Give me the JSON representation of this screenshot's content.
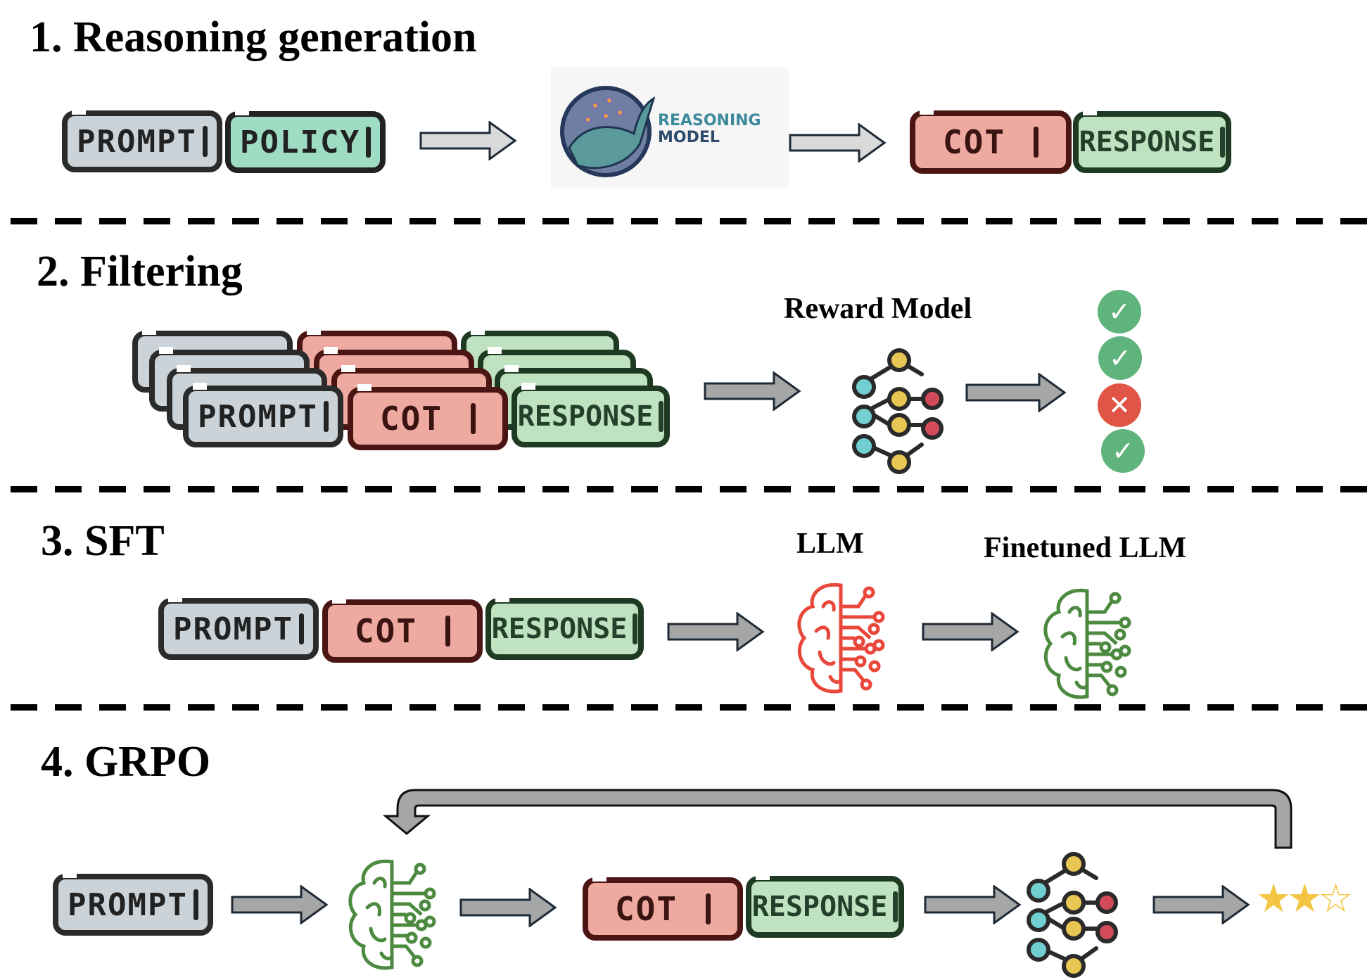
{
  "sections": [
    {
      "title": "1. Reasoning generation"
    },
    {
      "title": "2. Filtering"
    },
    {
      "title": "3. SFT"
    },
    {
      "title": "4. GRPO"
    }
  ],
  "tokens": {
    "prompt": "PROMPT",
    "policy": "POLICY",
    "cot": "COT",
    "response": "RESPONSE"
  },
  "reasoning_model": {
    "line1": "REASONING",
    "line2": "MODEL"
  },
  "filtering": {
    "reward_model_label": "Reward Model",
    "results": [
      "pass",
      "pass",
      "fail",
      "pass"
    ],
    "pass_symbol": "✓",
    "fail_symbol": "✕"
  },
  "sft": {
    "llm_label": "LLM",
    "finetuned_label": "Finetuned LLM"
  },
  "grpo": {
    "rating": 2,
    "rating_max": 3,
    "stars": "★★☆"
  },
  "colors": {
    "prompt": "#cbd3d9",
    "policy": "#9edcc3",
    "cot": "#eeaaa0",
    "response": "#bfe3c1",
    "arrow_fill": "#a6a6a6",
    "arrow_light_fill": "#d9d9d9",
    "pass": "#5fb37c",
    "fail": "#e05545",
    "brain_red": "#e8473a",
    "brain_green": "#4c8a40",
    "star": "#f4c542"
  }
}
